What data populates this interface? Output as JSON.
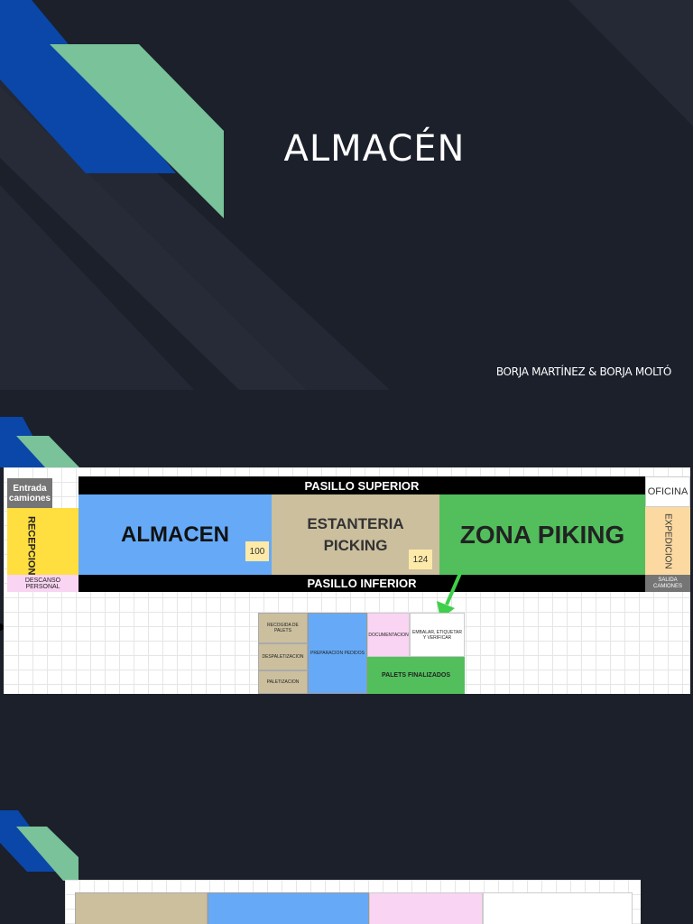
{
  "slide1": {
    "title": "ALMACÉN",
    "authors": "BORJA MARTÍNEZ & BORJA MOLTÓ"
  },
  "plan": {
    "entrada": "Entrada camiones",
    "recepcion": "RECEPCION",
    "descanso": "DESCANSO PERSONAL",
    "pasillo_superior": "PASILLO SUPERIOR",
    "pasillo_inferior": "PASILLO INFERIOR",
    "almacen": "ALMACEN",
    "almacen_num": "100",
    "estanteria": "ESTANTERIA PICKING",
    "estanteria_num": "124",
    "zona_piking": "ZONA PIKING",
    "oficina": "OFICINA",
    "expedicion": "EXPEDICION",
    "salida": "SALIDA CAMIONES",
    "recogida": "RECOGIDA DE PALETS",
    "despaletizacion": "DESPALETIZACION",
    "paletizacion": "PALETIZACION",
    "preparacion": "PREPARACION PEDIDOS",
    "documentacion": "DOCUMENTACION",
    "embalar": "EMBALAR, ETIQUETAR Y VERIFICAR",
    "finalizados": "PALETS FINALIZADOS"
  },
  "colors": {
    "background": "#1b202b",
    "blue": "#0a47a8",
    "green": "#79c29a",
    "yellow": "#ffde3f",
    "light_blue": "#66aaf7",
    "tan": "#cbbf9e",
    "zone_green": "#52bf5c",
    "peach": "#fbd9a0",
    "pink": "#f9d4f3"
  }
}
